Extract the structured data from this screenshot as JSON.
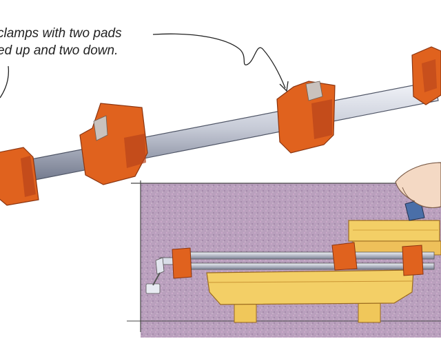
{
  "caption": {
    "line1": "clamps with two pads",
    "line2": "ed up and two down."
  },
  "illustration": {
    "subject": "pipe-clamp-with-four-jaws",
    "inset": "clamped-workpiece-on-bench"
  },
  "colors": {
    "clamp_orange": "#e0621e",
    "clamp_shadow": "#b8431a",
    "pipe_light": "#d9dde8",
    "pipe_dark": "#7d8398",
    "inset_purple": "#b59ab8",
    "wood": "#f0c75a",
    "wood_dark": "#c99433"
  }
}
